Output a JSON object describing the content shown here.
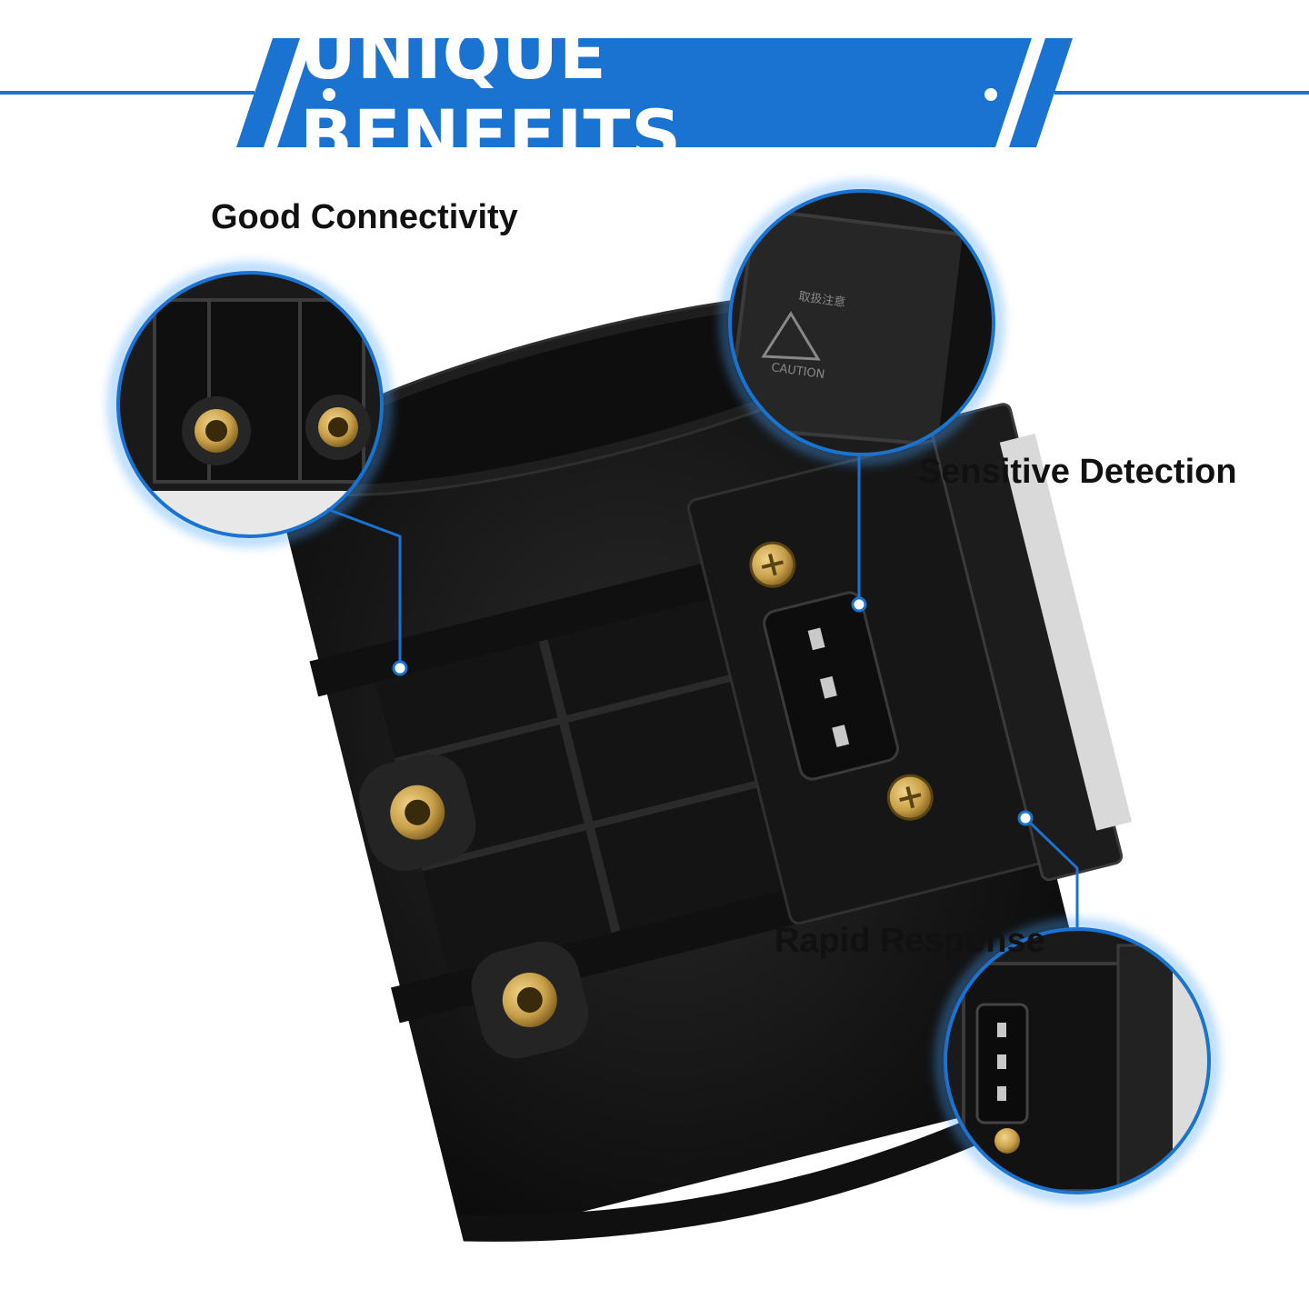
{
  "banner": {
    "title": "UNIQUE BENEFITS",
    "color": "#1a73d0"
  },
  "features": [
    {
      "label": "Good Connectivity"
    },
    {
      "label": "Sensitive Detection"
    },
    {
      "label": "Rapid Response"
    }
  ],
  "product": {
    "caution_label": "CAUTION",
    "caution_chinese": "取扱注意"
  },
  "colors": {
    "accent": "#1a73d0",
    "product_body": "#161616",
    "brass": "#c9a04a"
  }
}
